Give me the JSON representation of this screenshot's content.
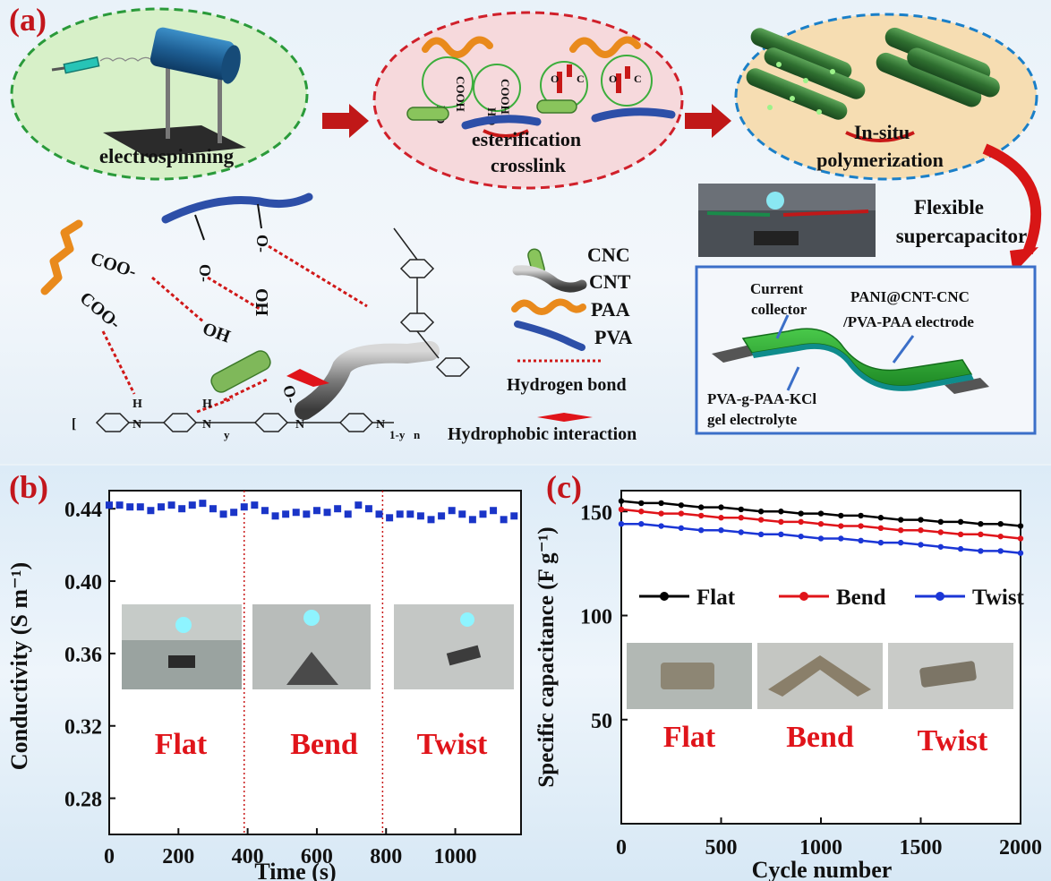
{
  "panel_a": {
    "letter": "(a)",
    "steps": [
      "electrospinning",
      "esterification",
      "crosslink",
      "In-situ",
      "polymerization"
    ],
    "device_title_1": "Flexible",
    "device_title_2": "supercapacitor",
    "legend": [
      "CNC",
      "CNT",
      "PAA",
      "PVA",
      "Hydrogen bond",
      "Hydrophobic interaction"
    ],
    "device_labels": [
      "Current",
      "collector",
      "PANI@CNT-CNC",
      "/PVA-PAA electrode",
      "PVA-g-PAA-KCl",
      "gel electrolyte"
    ],
    "chem_labels": [
      "COO-",
      "COO-",
      "OH",
      "OH",
      "O-",
      "O-",
      "O-",
      "COOH",
      "COOH",
      "HO",
      "HO"
    ]
  },
  "panel_b": {
    "letter": "(b)",
    "state_labels": [
      "Flat",
      "Bend",
      "Twist"
    ]
  },
  "panel_c": {
    "letter": "(c)",
    "state_labels": [
      "Flat",
      "Bend",
      "Twist"
    ]
  },
  "chart_data": [
    {
      "type": "scatter",
      "xlabel": "Time (s)",
      "ylabel": "Conductivity (S m⁻¹)",
      "xlim": [
        0,
        1190
      ],
      "ylim": [
        0.26,
        0.45
      ],
      "x_ticks": [
        0,
        200,
        400,
        600,
        800,
        1000
      ],
      "y_ticks": [
        0.28,
        0.32,
        0.36,
        0.4,
        0.44
      ],
      "dividers_x": [
        390,
        790
      ],
      "color": "#1a35c8",
      "x": [
        0,
        30,
        60,
        90,
        120,
        150,
        180,
        210,
        240,
        270,
        300,
        330,
        360,
        390,
        420,
        450,
        480,
        510,
        540,
        570,
        600,
        630,
        660,
        690,
        720,
        750,
        780,
        810,
        840,
        870,
        900,
        930,
        960,
        990,
        1020,
        1050,
        1080,
        1110,
        1140,
        1170
      ],
      "y": [
        0.442,
        0.442,
        0.441,
        0.441,
        0.439,
        0.441,
        0.442,
        0.44,
        0.442,
        0.443,
        0.44,
        0.437,
        0.438,
        0.441,
        0.442,
        0.439,
        0.436,
        0.437,
        0.438,
        0.437,
        0.439,
        0.438,
        0.44,
        0.437,
        0.442,
        0.44,
        0.437,
        0.435,
        0.437,
        0.437,
        0.436,
        0.434,
        0.436,
        0.439,
        0.437,
        0.434,
        0.437,
        0.439,
        0.434,
        0.436
      ],
      "x_tick_labels": [
        "0",
        "200",
        "400",
        "600",
        "800",
        "1000"
      ],
      "y_tick_labels": [
        "0.28",
        "0.32",
        "0.36",
        "0.40",
        "0.44"
      ]
    },
    {
      "type": "line",
      "xlabel": "Cycle number",
      "ylabel": "Specific capacitance (F g⁻¹)",
      "xlim": [
        0,
        2000
      ],
      "ylim": [
        0,
        160
      ],
      "x_ticks": [
        0,
        500,
        1000,
        1500,
        2000
      ],
      "y_ticks": [
        50,
        100,
        150
      ],
      "legend_position": "middle",
      "x": [
        0,
        100,
        200,
        300,
        400,
        500,
        600,
        700,
        800,
        900,
        1000,
        1100,
        1200,
        1300,
        1400,
        1500,
        1600,
        1700,
        1800,
        1900,
        2000
      ],
      "series": [
        {
          "name": "Flat",
          "color": "#000000",
          "values": [
            155,
            154,
            154,
            153,
            152,
            152,
            151,
            150,
            150,
            149,
            149,
            148,
            148,
            147,
            146,
            146,
            145,
            145,
            144,
            144,
            143
          ]
        },
        {
          "name": "Bend",
          "color": "#e0141a",
          "values": [
            151,
            150,
            149,
            149,
            148,
            147,
            147,
            146,
            145,
            145,
            144,
            143,
            143,
            142,
            141,
            141,
            140,
            139,
            139,
            138,
            137
          ]
        },
        {
          "name": "Twist",
          "color": "#1b36d6",
          "values": [
            144,
            144,
            143,
            142,
            141,
            141,
            140,
            139,
            139,
            138,
            137,
            137,
            136,
            135,
            135,
            134,
            133,
            132,
            131,
            131,
            130
          ]
        }
      ],
      "x_tick_labels": [
        "0",
        "500",
        "1000",
        "1500",
        "2000"
      ],
      "y_tick_labels": [
        "50",
        "100",
        "150"
      ]
    }
  ]
}
